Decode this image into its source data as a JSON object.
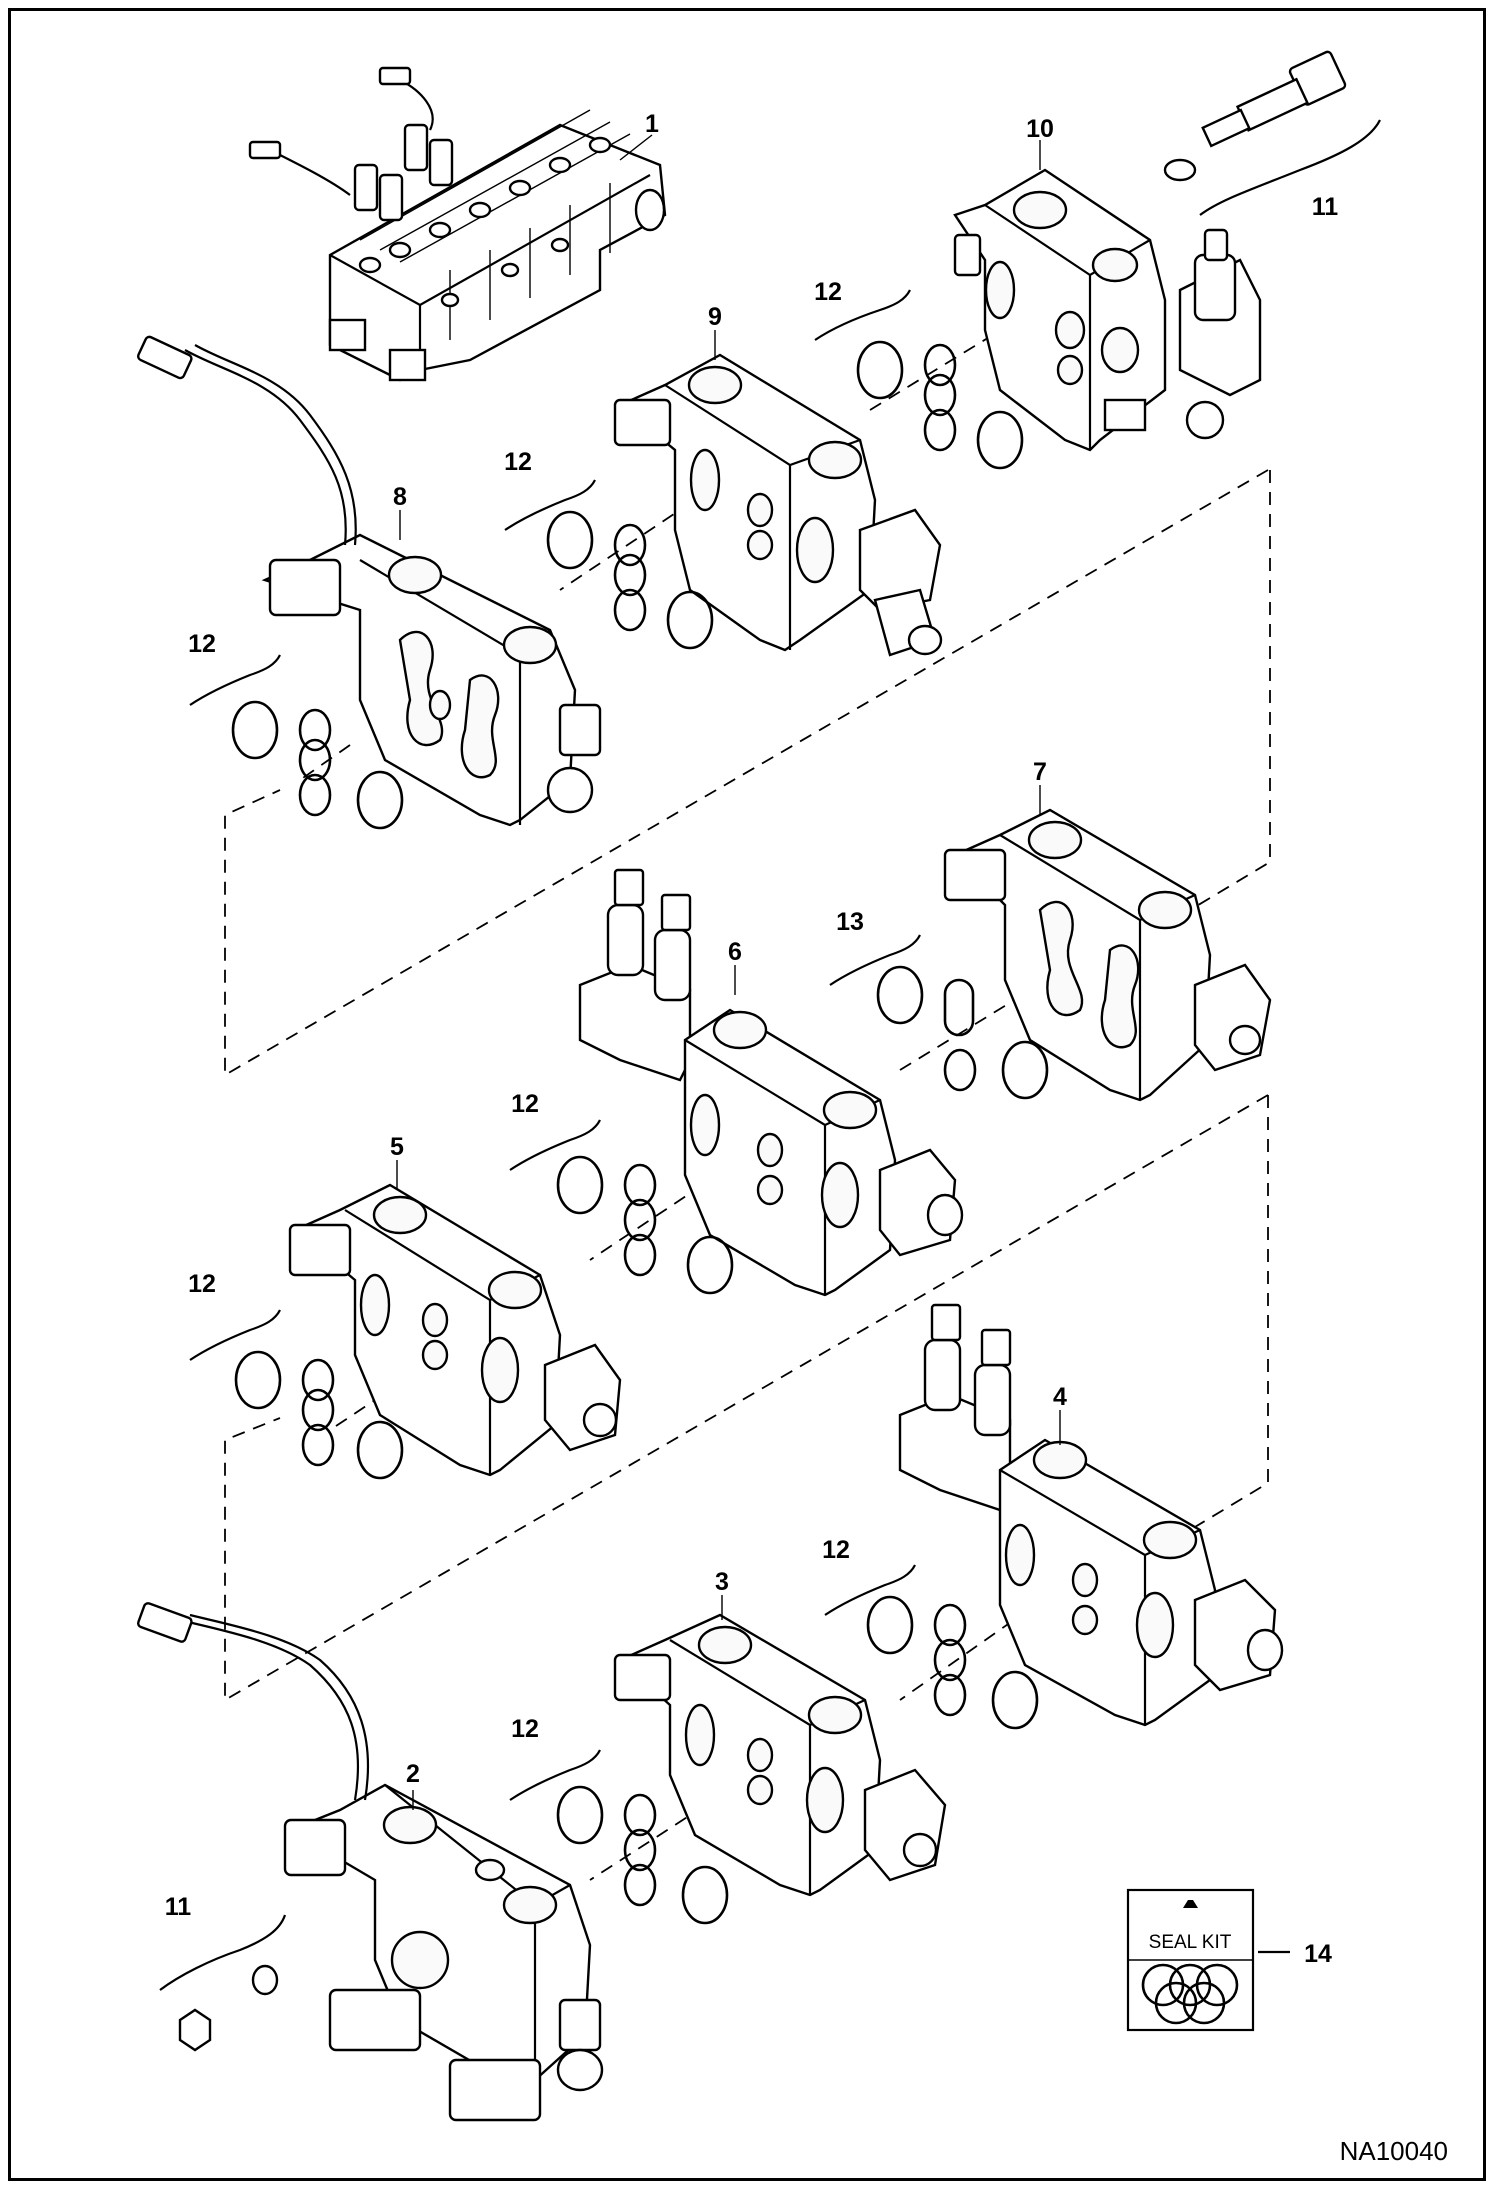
{
  "diagram": {
    "drawing_id": "NA10040",
    "callouts": [
      "1",
      "2",
      "3",
      "4",
      "5",
      "6",
      "7",
      "8",
      "9",
      "10",
      "11",
      "12",
      "13",
      "14"
    ],
    "seal_kit_label": "SEAL KIT"
  }
}
